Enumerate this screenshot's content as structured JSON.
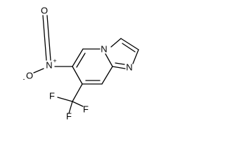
{
  "molecule": {
    "ring_nitrogen_bridgehead": "N",
    "ring_nitrogen_imidazole": "N",
    "nitro": {
      "nitrogen": "N",
      "nitrogen_charge": "+",
      "oxygen_double": "O",
      "oxygen_single": "O",
      "oxygen_charge": "-"
    },
    "trifluoromethyl": {
      "fluorine_left": "F",
      "fluorine_bottom": "F",
      "fluorine_right": "F"
    }
  },
  "colors": {
    "bond": "#000000",
    "label": "#000000",
    "background": "#ffffff"
  }
}
